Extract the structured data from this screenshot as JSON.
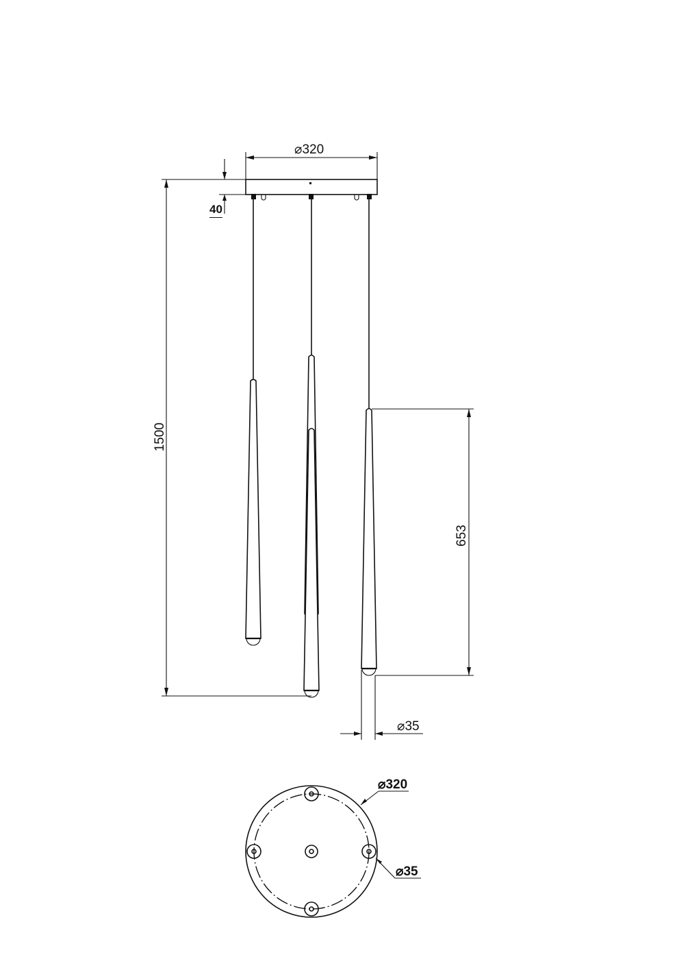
{
  "drawing": {
    "title": "Pendant lamp dimension drawing",
    "units": "mm",
    "front_view": {
      "canopy_diameter_label": "⌀320",
      "canopy_height_label": "40",
      "overall_height_label": "1500",
      "pendant_length_label": "653",
      "pendant_diameter_label": "⌀35",
      "pendant_count": 4
    },
    "bottom_view": {
      "canopy_diameter_label": "⌀320",
      "hole_diameter_label": "⌀35",
      "mount_points": 4,
      "center_point": 1
    }
  }
}
